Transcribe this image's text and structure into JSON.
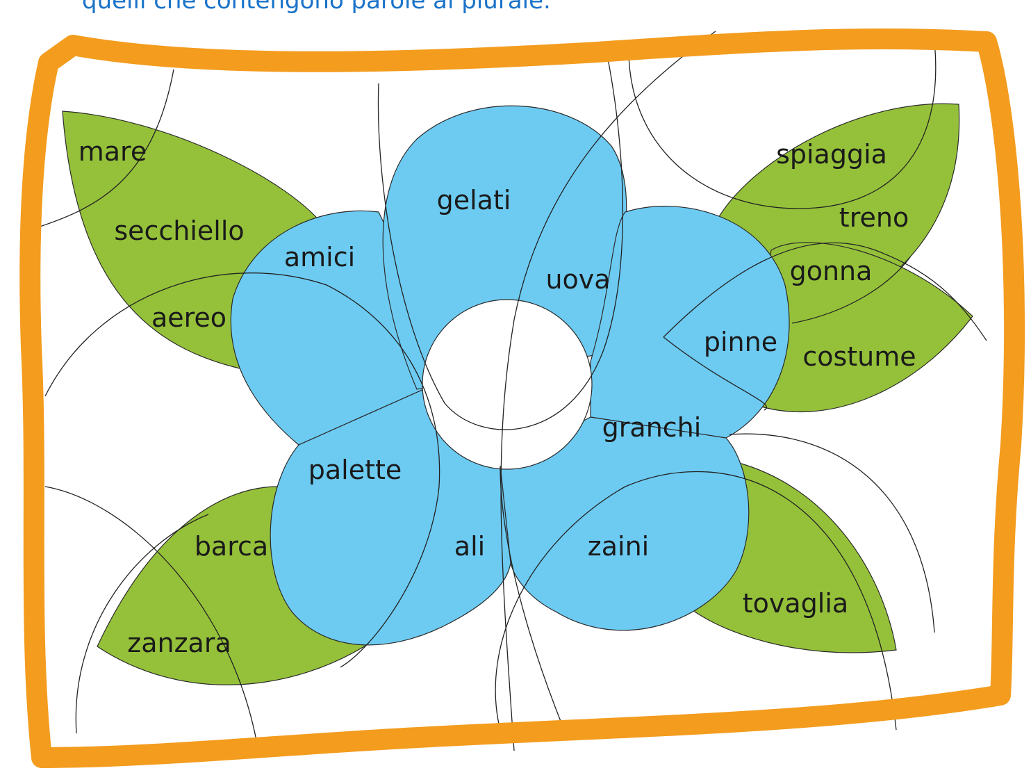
{
  "instruction": "quelli che contengono parole al plurale.",
  "colors": {
    "frame": "#f39c1e",
    "petals": "#6dcbf2",
    "leaves": "#95c13a",
    "instruction_text": "#1a73c9"
  },
  "words": {
    "mare": "mare",
    "secchiello": "secchiello",
    "aereo": "aereo",
    "amici": "amici",
    "gelati": "gelati",
    "uova": "uova",
    "spiaggia": "spiaggia",
    "treno": "treno",
    "gonna": "gonna",
    "pinne": "pinne",
    "costume": "costume",
    "granchi": "granchi",
    "palette": "palette",
    "ali": "ali",
    "zaini": "zaini",
    "barca": "barca",
    "zanzara": "zanzara",
    "tovaglia": "tovaglia"
  }
}
